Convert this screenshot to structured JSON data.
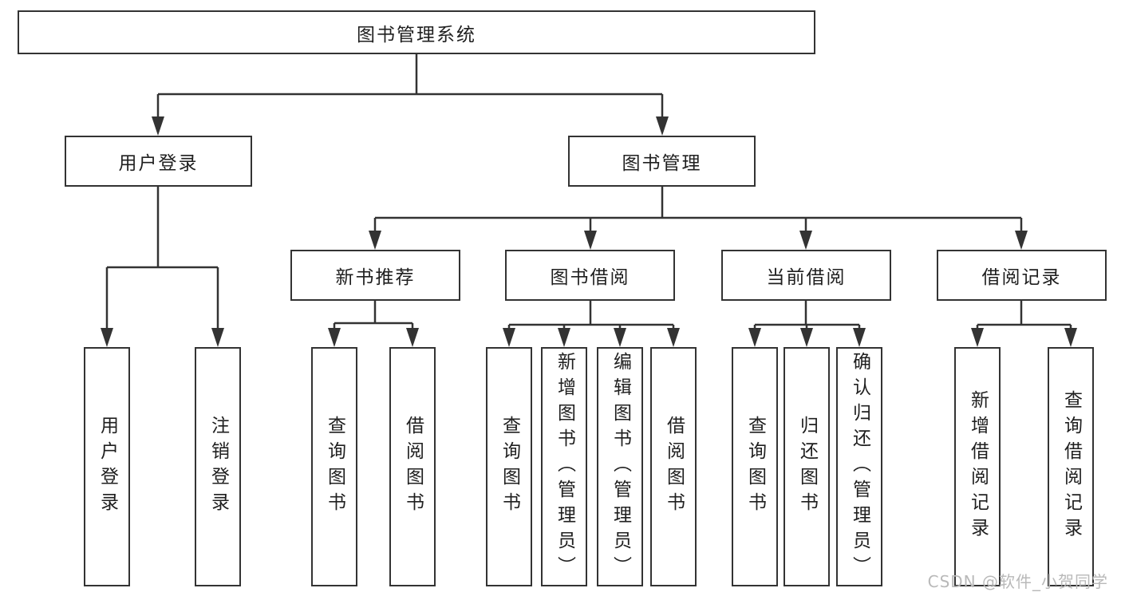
{
  "diagram": {
    "root_label": "图书管理系统",
    "level2": [
      {
        "label": "用户登录"
      },
      {
        "label": "图书管理"
      }
    ],
    "level3": [
      {
        "label": "新书推荐"
      },
      {
        "label": "图书借阅"
      },
      {
        "label": "当前借阅"
      },
      {
        "label": "借阅记录"
      }
    ],
    "leaves": {
      "user_login": [
        "用户登录",
        "注销登录"
      ],
      "new_books": [
        "查询图书",
        "借阅图书"
      ],
      "book_borrow": [
        "查询图书",
        "新增图书（管理员）",
        "编辑图书（管理员）",
        "借阅图书"
      ],
      "current_borrow": [
        "查询图书",
        "归还图书",
        "确认归还（管理员）"
      ],
      "borrow_records": [
        "新增借阅记录",
        "查询借阅记录"
      ]
    }
  },
  "watermark": "CSDN @软件_小贺同学",
  "colors": {
    "line": "#333333",
    "box_border": "#333333",
    "box_background": "#ffffff",
    "text": "#1f1f1f",
    "watermark": "#b9b9b9"
  }
}
